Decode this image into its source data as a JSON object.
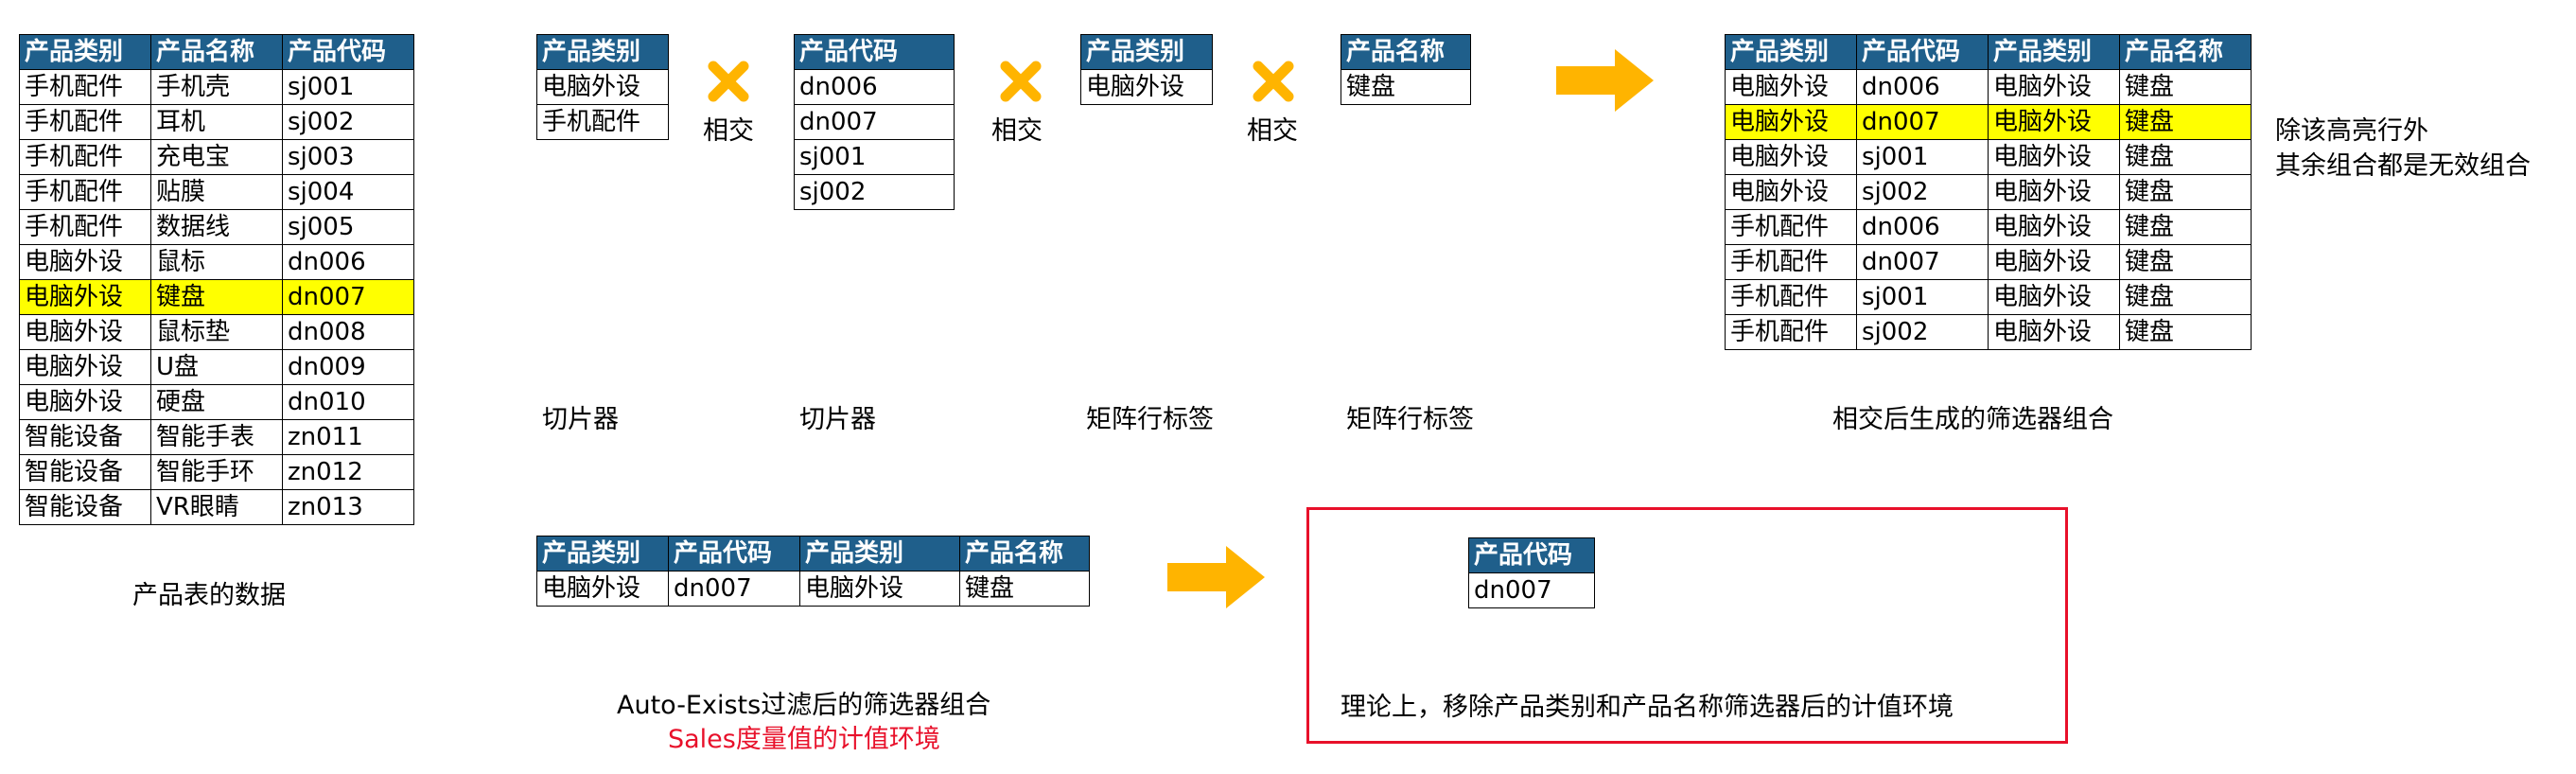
{
  "product_table": {
    "headers": [
      "产品类别",
      "产品名称",
      "产品代码"
    ],
    "rows": [
      [
        "手机配件",
        "手机壳",
        "sj001"
      ],
      [
        "手机配件",
        "耳机",
        "sj002"
      ],
      [
        "手机配件",
        "充电宝",
        "sj003"
      ],
      [
        "手机配件",
        "贴膜",
        "sj004"
      ],
      [
        "手机配件",
        "数据线",
        "sj005"
      ],
      [
        "电脑外设",
        "鼠标",
        "dn006"
      ],
      [
        "电脑外设",
        "键盘",
        "dn007"
      ],
      [
        "电脑外设",
        "鼠标垫",
        "dn008"
      ],
      [
        "电脑外设",
        "U盘",
        "dn009"
      ],
      [
        "电脑外设",
        "硬盘",
        "dn010"
      ],
      [
        "智能设备",
        "智能手表",
        "zn011"
      ],
      [
        "智能设备",
        "智能手环",
        "zn012"
      ],
      [
        "智能设备",
        "VR眼睛",
        "zn013"
      ]
    ],
    "highlight_row": 6,
    "caption": "产品表的数据"
  },
  "filter_a": {
    "header": "产品类别",
    "rows": [
      "电脑外设",
      "手机配件"
    ],
    "caption": "切片器"
  },
  "filter_b": {
    "header": "产品代码",
    "rows": [
      "dn006",
      "dn007",
      "sj001",
      "sj002"
    ],
    "caption": "切片器"
  },
  "filter_c": {
    "header": "产品类别",
    "rows": [
      "电脑外设"
    ],
    "caption": "矩阵行标签"
  },
  "filter_d": {
    "header": "产品名称",
    "rows": [
      "键盘"
    ],
    "caption": "矩阵行标签"
  },
  "intersect_label": "相交",
  "combo_table": {
    "headers": [
      "产品类别",
      "产品代码",
      "产品类别",
      "产品名称"
    ],
    "rows": [
      [
        "电脑外设",
        "dn006",
        "电脑外设",
        "键盘"
      ],
      [
        "电脑外设",
        "dn007",
        "电脑外设",
        "键盘"
      ],
      [
        "电脑外设",
        "sj001",
        "电脑外设",
        "键盘"
      ],
      [
        "电脑外设",
        "sj002",
        "电脑外设",
        "键盘"
      ],
      [
        "手机配件",
        "dn006",
        "电脑外设",
        "键盘"
      ],
      [
        "手机配件",
        "dn007",
        "电脑外设",
        "键盘"
      ],
      [
        "手机配件",
        "sj001",
        "电脑外设",
        "键盘"
      ],
      [
        "手机配件",
        "sj002",
        "电脑外设",
        "键盘"
      ]
    ],
    "highlight_row": 1,
    "caption": "相交后生成的筛选器组合",
    "note_line1": "除该高亮行外",
    "note_line2": "其余组合都是无效组合"
  },
  "exists_table": {
    "headers": [
      "产品类别",
      "产品代码",
      "产品类别",
      "产品名称"
    ],
    "rows": [
      [
        "电脑外设",
        "dn007",
        "电脑外设",
        "键盘"
      ]
    ],
    "caption": "Auto-Exists过滤后的筛选器组合",
    "caption_red": "Sales度量值的计值环境"
  },
  "result_table": {
    "header": "产品代码",
    "rows": [
      "dn007"
    ],
    "caption": "理论上，移除产品类别和产品名称筛选器后的计值环境"
  },
  "colors": {
    "header_bg": "#1f5f8b",
    "highlight": "#ffff00",
    "accent_orange": "#ffb400",
    "red": "#e8102a"
  }
}
